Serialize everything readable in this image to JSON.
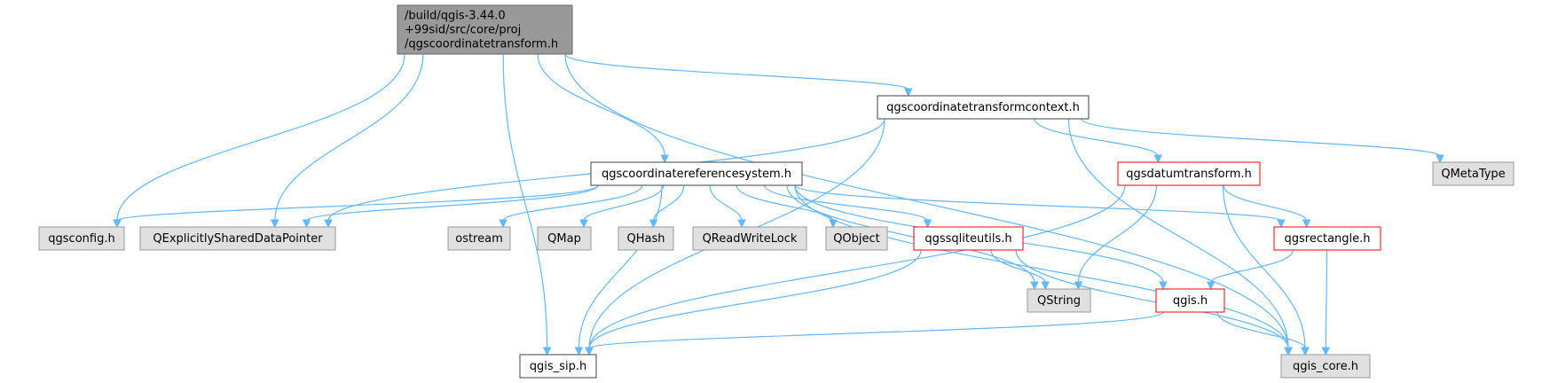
{
  "colors": {
    "edge": "#63b8ff",
    "root_fill": "#999999",
    "root_border": "#666666",
    "node_fill": "#ffffff",
    "node_border": "#404040",
    "external_fill": "#e0e0e0",
    "external_border": "#999999",
    "truncated_border": "#ff0000"
  },
  "nodes": [
    {
      "id": "root",
      "lines": [
        "/build/qgis-3.44.0",
        "+99sid/src/core/proj",
        "/qgscoordinatetransform.h"
      ],
      "kind": "root"
    },
    {
      "id": "ctx",
      "lines": [
        "qgscoordinatetransformcontext.h"
      ],
      "kind": "header"
    },
    {
      "id": "crs",
      "lines": [
        "qgscoordinatereferencesystem.h"
      ],
      "kind": "header"
    },
    {
      "id": "datum",
      "lines": [
        "qgsdatumtransform.h"
      ],
      "kind": "truncated"
    },
    {
      "id": "qmeta",
      "lines": [
        "QMetaType"
      ],
      "kind": "external"
    },
    {
      "id": "config",
      "lines": [
        "qgsconfig.h"
      ],
      "kind": "external"
    },
    {
      "id": "qesdp",
      "lines": [
        "QExplicitlySharedDataPointer"
      ],
      "kind": "external"
    },
    {
      "id": "ostream",
      "lines": [
        "ostream"
      ],
      "kind": "external"
    },
    {
      "id": "qmap",
      "lines": [
        "QMap"
      ],
      "kind": "external"
    },
    {
      "id": "qhash",
      "lines": [
        "QHash"
      ],
      "kind": "external"
    },
    {
      "id": "qrwl",
      "lines": [
        "QReadWriteLock"
      ],
      "kind": "external"
    },
    {
      "id": "qobject",
      "lines": [
        "QObject"
      ],
      "kind": "external"
    },
    {
      "id": "sqlite",
      "lines": [
        "qgssqliteutils.h"
      ],
      "kind": "truncated"
    },
    {
      "id": "rect",
      "lines": [
        "qgsrectangle.h"
      ],
      "kind": "truncated"
    },
    {
      "id": "qstring",
      "lines": [
        "QString"
      ],
      "kind": "external"
    },
    {
      "id": "qgis",
      "lines": [
        "qgis.h"
      ],
      "kind": "truncated"
    },
    {
      "id": "sip",
      "lines": [
        "qgis_sip.h"
      ],
      "kind": "header"
    },
    {
      "id": "core",
      "lines": [
        "qgis_core.h"
      ],
      "kind": "external"
    }
  ],
  "edges": [
    {
      "from": "root",
      "to": "sip"
    },
    {
      "from": "root",
      "to": "config"
    },
    {
      "from": "root",
      "to": "qesdp"
    },
    {
      "from": "root",
      "to": "crs"
    },
    {
      "from": "root",
      "to": "ctx"
    },
    {
      "from": "root",
      "to": "core"
    },
    {
      "from": "ctx",
      "to": "qesdp"
    },
    {
      "from": "ctx",
      "to": "sip"
    },
    {
      "from": "ctx",
      "to": "datum"
    },
    {
      "from": "ctx",
      "to": "core"
    },
    {
      "from": "ctx",
      "to": "qmeta"
    },
    {
      "from": "crs",
      "to": "config"
    },
    {
      "from": "crs",
      "to": "qesdp"
    },
    {
      "from": "crs",
      "to": "sip"
    },
    {
      "from": "crs",
      "to": "ostream"
    },
    {
      "from": "crs",
      "to": "qmap"
    },
    {
      "from": "crs",
      "to": "qhash"
    },
    {
      "from": "crs",
      "to": "qrwl"
    },
    {
      "from": "crs",
      "to": "qobject"
    },
    {
      "from": "crs",
      "to": "sqlite"
    },
    {
      "from": "crs",
      "to": "qstring"
    },
    {
      "from": "crs",
      "to": "rect"
    },
    {
      "from": "crs",
      "to": "qgis"
    },
    {
      "from": "crs",
      "to": "core"
    },
    {
      "from": "datum",
      "to": "qstring"
    },
    {
      "from": "datum",
      "to": "sip"
    },
    {
      "from": "datum",
      "to": "rect"
    },
    {
      "from": "datum",
      "to": "core"
    },
    {
      "from": "sqlite",
      "to": "qstring"
    },
    {
      "from": "sqlite",
      "to": "sip"
    },
    {
      "from": "sqlite",
      "to": "core"
    },
    {
      "from": "rect",
      "to": "qgis"
    },
    {
      "from": "rect",
      "to": "core"
    },
    {
      "from": "qgis",
      "to": "sip"
    },
    {
      "from": "qgis",
      "to": "core"
    }
  ]
}
